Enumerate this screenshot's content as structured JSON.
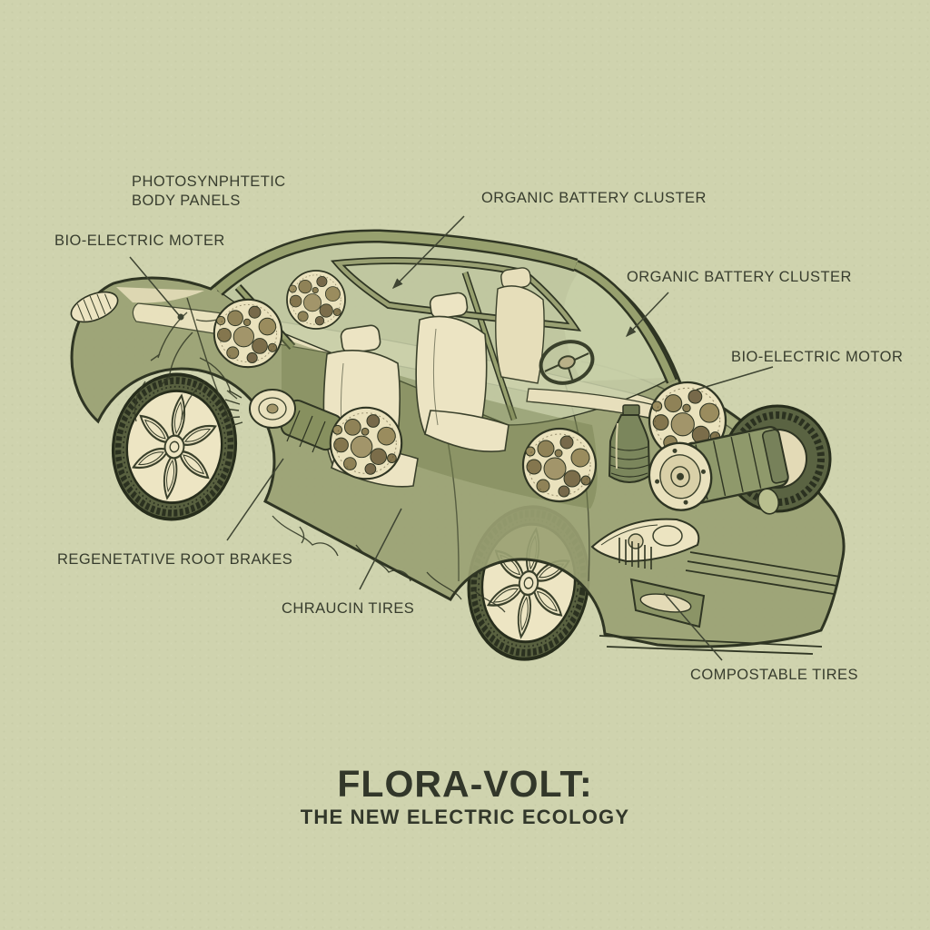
{
  "colors": {
    "background": "#cfd3ae",
    "ink": "#383d2e",
    "line": "#2f3523",
    "body_olive": "#9aa173",
    "cream": "#ece4c1",
    "glass": "#c6cda7"
  },
  "title": {
    "main": "FLORA-VOLT:",
    "subtitle": "THE NEW ELECTRIC ECOLOGY"
  },
  "labels": [
    {
      "id": "photosynthetic-body-panels",
      "text": "PHOTOSYNPHTETIC\nBODY PANELS"
    },
    {
      "id": "bio-electric-moter-left",
      "text": "BIO-ELECTRIC MOTER"
    },
    {
      "id": "organic-battery-cluster-top",
      "text": "ORGANIC BATTERY CLUSTER"
    },
    {
      "id": "organic-battery-cluster-right",
      "text": "ORGANIC BATTERY CLUSTER"
    },
    {
      "id": "bio-electric-motor-right",
      "text": "BIO-ELECTRIC MOTOR"
    },
    {
      "id": "regenetative-root-brakes",
      "text": "REGENETATIVE ROOT BRAKES"
    },
    {
      "id": "chraucin-tires",
      "text": "CHRAUCIN TIRES"
    },
    {
      "id": "compostable-tires",
      "text": "COMPOSTABLE TIRES"
    }
  ]
}
